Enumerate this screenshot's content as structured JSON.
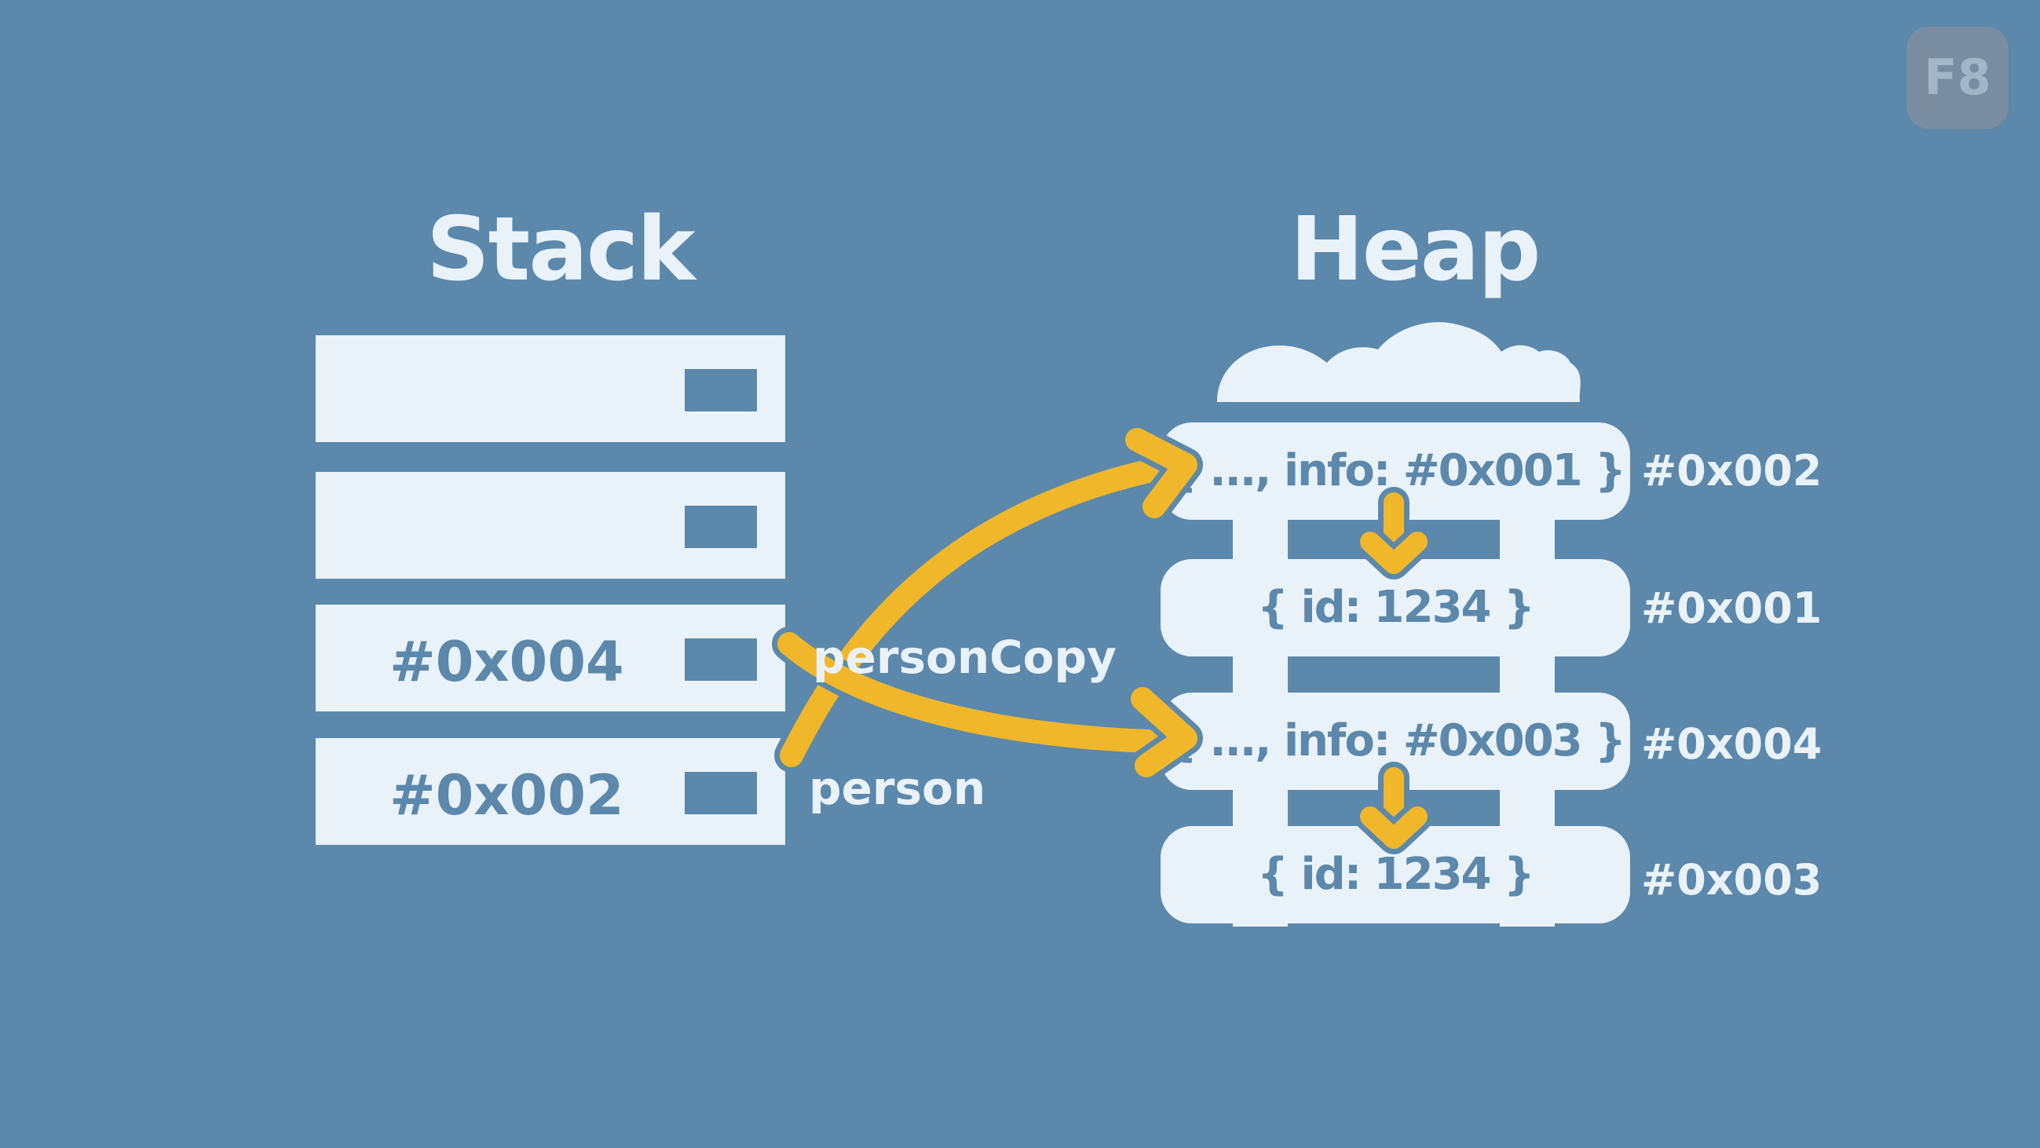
{
  "stack": {
    "title": "Stack",
    "slots": [
      {
        "value": ""
      },
      {
        "value": ""
      },
      {
        "value": "#0x004"
      },
      {
        "value": "#0x002"
      }
    ]
  },
  "variables": {
    "person_copy": "personCopy",
    "person": "person"
  },
  "heap": {
    "title": "Heap",
    "objects": [
      {
        "content": "{ ..., info: #0x001 }",
        "address": "#0x002"
      },
      {
        "content": "{ id: 1234 }",
        "address": "#0x001"
      },
      {
        "content": "{ ..., info: #0x003 }",
        "address": "#0x004"
      },
      {
        "content": "{ id: 1234 }",
        "address": "#0x003"
      }
    ]
  },
  "logo": "F8",
  "colors": {
    "background": "#5b88ab",
    "block": "#eaf2f9",
    "arrow": "#f1b72a",
    "logo_bg": "#7a8da0"
  }
}
